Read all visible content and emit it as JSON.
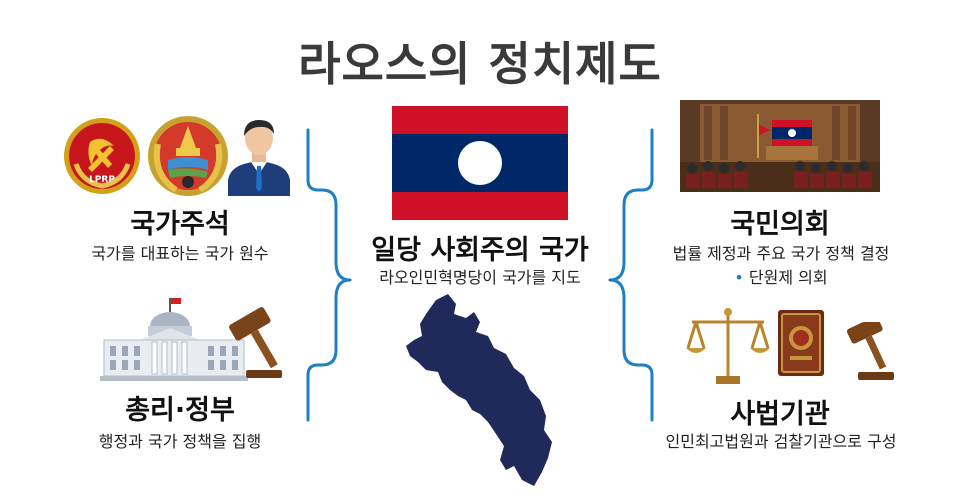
{
  "title": "라오스의 정치제도",
  "emblem_text": "LPRP",
  "center": {
    "heading": "일당 사회주의 국가",
    "sub": "라오인민혁명당이 국가를 지도"
  },
  "left_top": {
    "heading": "국가주석",
    "sub": "국가를 대표하는 국가 원수"
  },
  "left_bottom": {
    "heading": "총리·정부",
    "sub": "행정과 국가 정책을 집행"
  },
  "right_top": {
    "heading": "국민의회",
    "sub": "법률 제정과 주요 국가 정책 결정",
    "bullet": "단원제 의회"
  },
  "right_bottom": {
    "heading": "사법기관",
    "sub": "인민최고법원과 검찰기관으로 구성"
  },
  "colors": {
    "connector": "#1f7fc4",
    "flag_red": "#ce1126",
    "flag_blue": "#002868",
    "map_navy": "#1f2a5a"
  }
}
